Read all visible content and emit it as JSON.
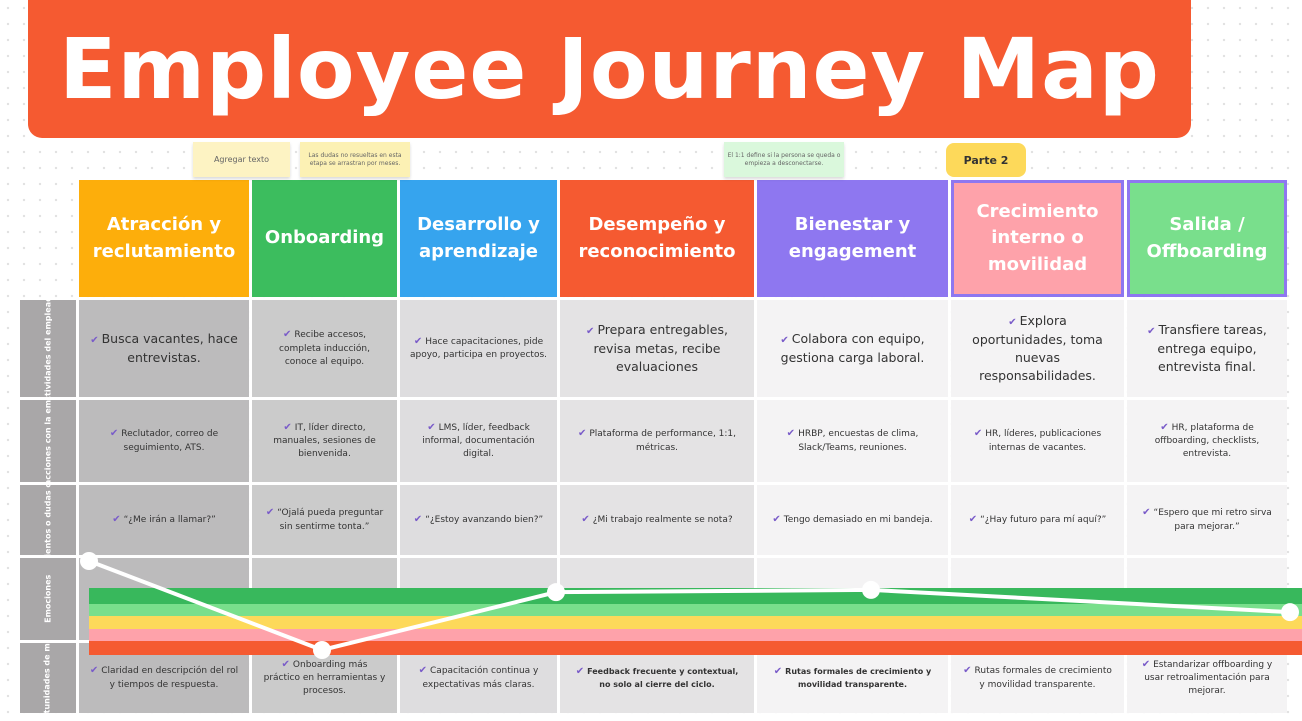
{
  "title": "Employee Journey Map",
  "badge": "Parte 2",
  "stages": [
    {
      "label": "Atracción y reclutamiento",
      "color": "#fdae0b"
    },
    {
      "label": "Onboarding",
      "color": "#3cbd5e"
    },
    {
      "label": "Desarrollo y aprendizaje",
      "color": "#36a4ee"
    },
    {
      "label": "Desempeño y reconocimiento",
      "color": "#f55a31"
    },
    {
      "label": "Bienestar y engagement",
      "color": "#8e77f0"
    },
    {
      "label": "Crecimiento interno o movilidad",
      "color": "#fea2aa"
    },
    {
      "label": "Salida / Offboarding",
      "color": "#79df8c"
    }
  ],
  "rows": {
    "labels": [
      "Actividades del empleado",
      "Interacciones con la empresa",
      "Pensamientos o dudas comunes",
      "Emociones",
      "Oportunidades de mejora"
    ],
    "activities": [
      "Busca vacantes, hace entrevistas.",
      "Recibe accesos, completa inducción, conoce al equipo.",
      "Hace capacitaciones, pide apoyo, participa en proyectos.",
      "Prepara entregables, revisa metas, recibe evaluaciones",
      "Colabora con equipo, gestiona carga laboral.",
      "Explora oportunidades, toma nuevas responsabilidades.",
      "Transfiere tareas, entrega equipo, entrevista final."
    ],
    "interactions": [
      "Reclutador, correo de seguimiento, ATS.",
      "IT, líder directo, manuales, sesiones de bienvenida.",
      "LMS, líder, feedback informal, documentación digital.",
      "Plataforma de performance, 1:1, métricas.",
      "HRBP, encuestas de clima, Slack/Teams, reuniones.",
      "HR, líderes, publicaciones internas de vacantes.",
      "HR, plataforma de offboarding, checklists, entrevista."
    ],
    "thoughts": [
      "“¿Me irán a llamar?”",
      "“Ojalá pueda preguntar sin sentirme tonta.”",
      "“¿Estoy avanzando bien?”",
      "¿Mi trabajo realmente se nota?",
      "Tengo demasiado en mi bandeja.",
      "“¿Hay futuro para mí aquí?”",
      "“Espero que mi retro sirva para mejorar.”"
    ],
    "improvements": [
      "Claridad en descripción del rol y tiempos de respuesta.",
      "Onboarding más práctico en herramientas y procesos.",
      "Capacitación continua y expectativas más claras.",
      "Feedback frecuente y contextual, no solo al cierre del ciclo.",
      "Rutas formales de crecimiento y movilidad transparente.",
      "Rutas formales de crecimiento y movilidad transparente.",
      "Estandarizar offboarding y usar retroalimentación para mejorar."
    ]
  },
  "emotion_levels": [
    5,
    1,
    3.6,
    3.7,
    2.7
  ],
  "notes": {
    "n1": "Agregar texto",
    "n2": "Las dudas no resueltas en esta etapa se arrastran por meses.",
    "n3": "El 1:1 define si la persona se queda o empieza a desconectarse."
  }
}
